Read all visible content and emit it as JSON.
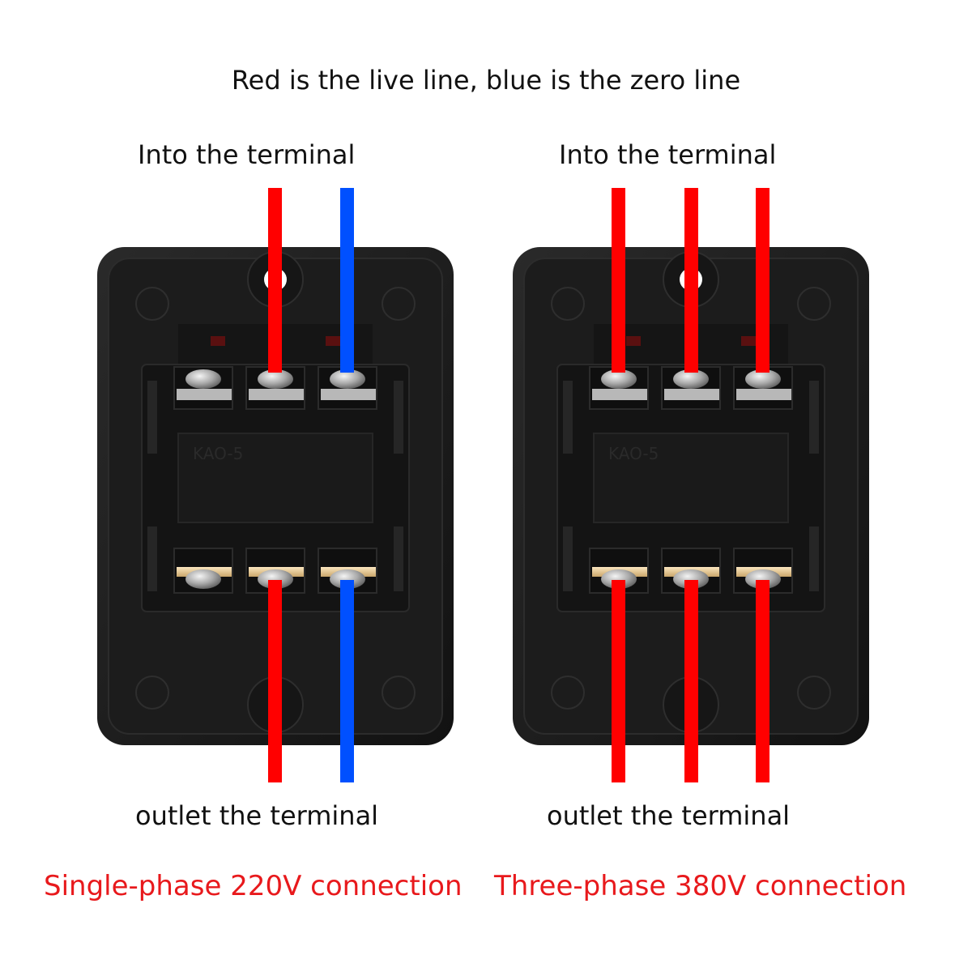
{
  "title": "Red is the live line, blue is the zero line",
  "left": {
    "top_label": "Into the terminal",
    "bottom_label": "outlet the terminal",
    "caption": "Single-phase 220V connection",
    "wires": [
      "red",
      "blue"
    ]
  },
  "right": {
    "top_label": "Into the terminal",
    "bottom_label": "outlet the terminal",
    "caption": "Three-phase 380V connection",
    "wires": [
      "red",
      "red",
      "red"
    ]
  },
  "device_marking": "KAO-5",
  "colors": {
    "live": "#ff0000",
    "zero": "#0050ff",
    "caption": "#e8191c",
    "housing": "#1a1a1a"
  }
}
